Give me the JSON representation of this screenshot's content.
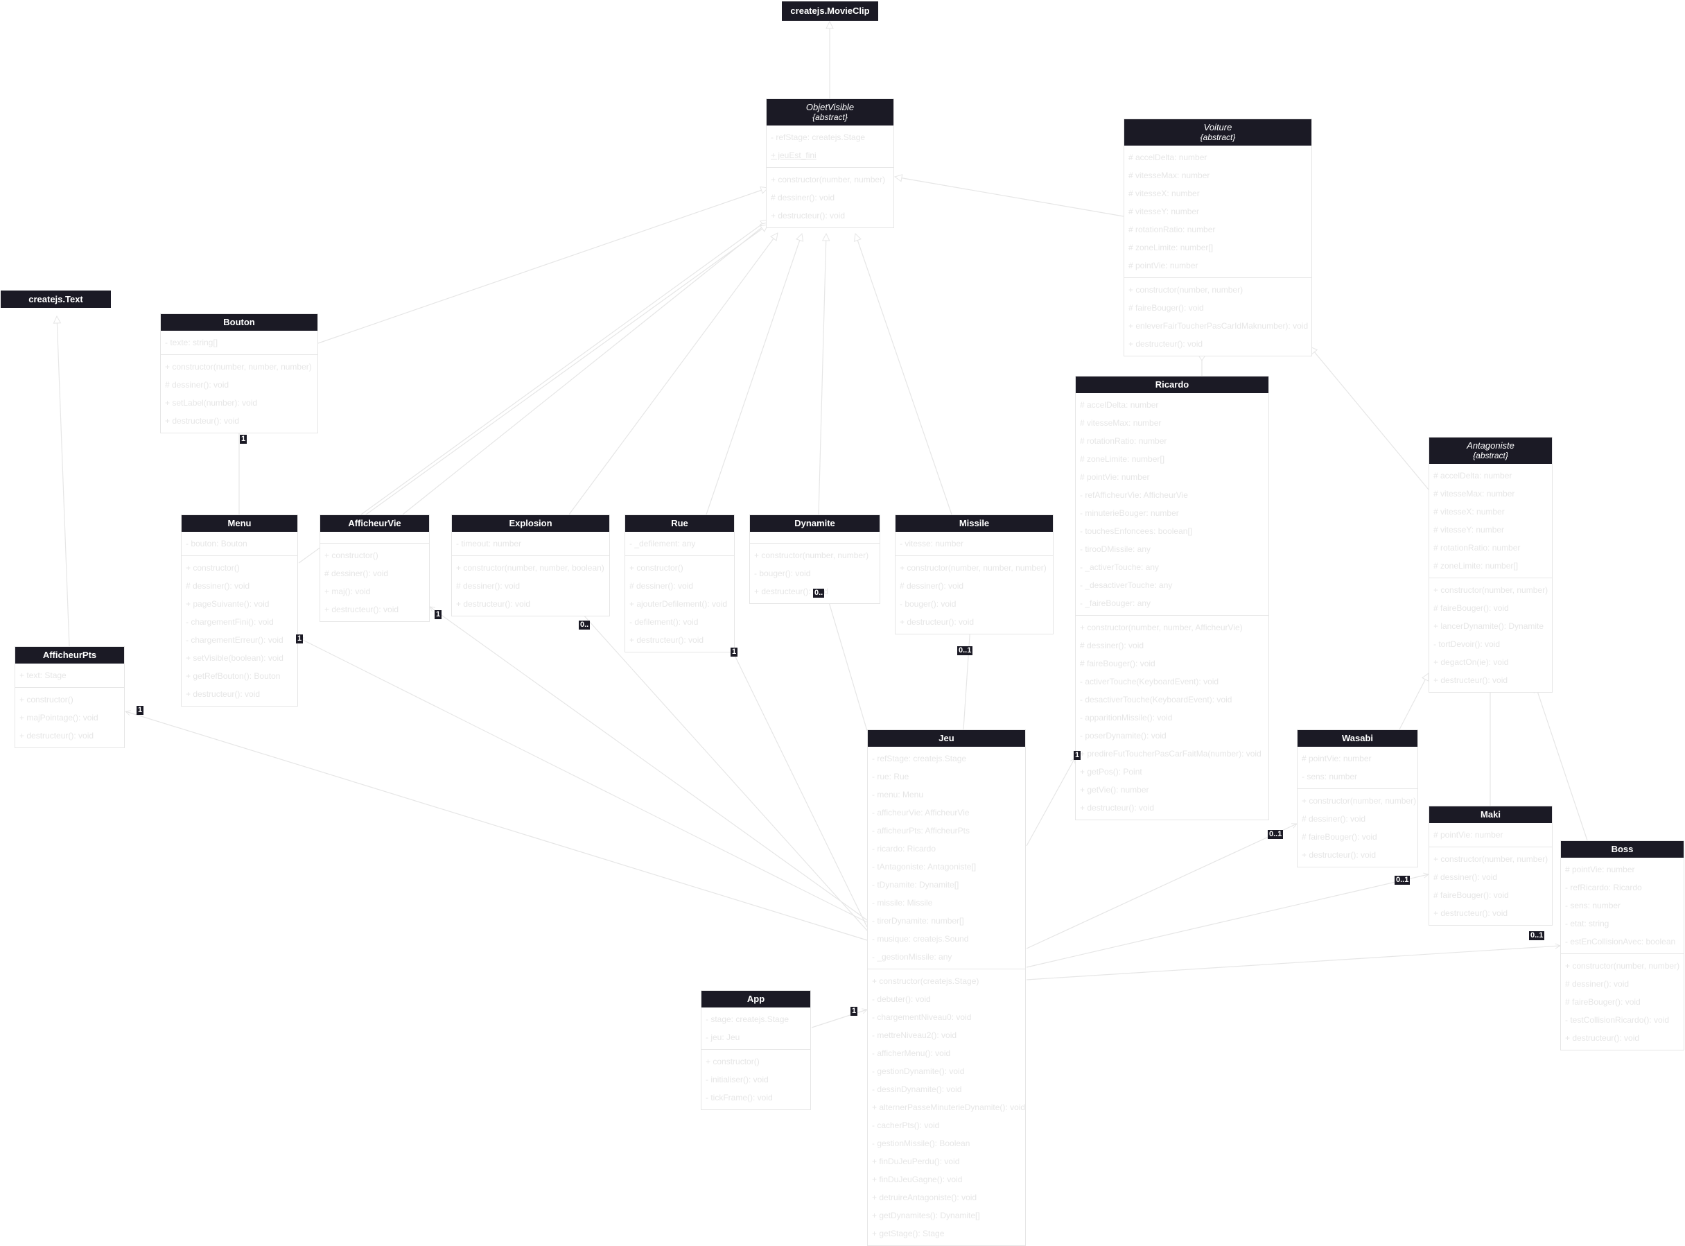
{
  "classes": [
    {
      "key": "movieclip",
      "name": "createjs.MovieClip",
      "external": true,
      "attributes": [],
      "methods": []
    },
    {
      "key": "text",
      "name": "createjs.Text",
      "external": true,
      "attributes": [],
      "methods": []
    },
    {
      "key": "objetvisible",
      "name": "ObjetVisible",
      "stereotype": "{abstract}",
      "abstract": true,
      "attributes": [
        {
          "text": "- refStage: createjs.Stage"
        },
        {
          "text": "+ jeuEst_fini",
          "static": true
        }
      ],
      "methods": [
        {
          "text": "+ constructor(number, number)"
        },
        {
          "text": "# dessiner(): void"
        },
        {
          "text": "+ destructeur(): void"
        }
      ]
    },
    {
      "key": "voiture",
      "name": "Voiture",
      "stereotype": "{abstract}",
      "abstract": true,
      "attributes": [
        {
          "text": "# accelDelta: number"
        },
        {
          "text": "# vitesseMax: number"
        },
        {
          "text": "# vitesseX: number"
        },
        {
          "text": "# vitesseY: number"
        },
        {
          "text": "# rotationRatio: number"
        },
        {
          "text": "# zoneLimite: number[]"
        },
        {
          "text": "# pointVie: number"
        }
      ],
      "methods": [
        {
          "text": "+ constructor(number, number)"
        },
        {
          "text": "# faireBouger(): void"
        },
        {
          "text": "+ enleverFairToucherPasCarIdMaknumber): void"
        },
        {
          "text": "+ destructeur(): void"
        }
      ]
    },
    {
      "key": "bouton",
      "name": "Bouton",
      "attributes": [
        {
          "text": "- texte: string[]"
        }
      ],
      "methods": [
        {
          "text": "+ constructor(number, number, number)"
        },
        {
          "text": "# dessiner(): void"
        },
        {
          "text": "+ setLabel(number): void"
        },
        {
          "text": "+ destructeur(): void"
        }
      ]
    },
    {
      "key": "ricardo",
      "name": "Ricardo",
      "attributes": [
        {
          "text": "# accelDelta: number"
        },
        {
          "text": "# vitesseMax: number"
        },
        {
          "text": "# rotationRatio: number"
        },
        {
          "text": "# zoneLimite: number[]"
        },
        {
          "text": "# pointVie: number"
        },
        {
          "text": "- refAfficheurVie: AfficheurVie"
        },
        {
          "text": "- minuterieBouger: number"
        },
        {
          "text": "- touchesEnfoncees: boolean[]"
        },
        {
          "text": "- tirooDMissile: any"
        },
        {
          "text": "- _activerTouche: any"
        },
        {
          "text": "- _desactiverTouche: any"
        },
        {
          "text": "- _faireBouger: any"
        }
      ],
      "methods": [
        {
          "text": "+ constructor(number, number, AfficheurVie)"
        },
        {
          "text": "# dessiner(): void"
        },
        {
          "text": "# faireBouger(): void"
        },
        {
          "text": "- activerTouche(KeyboardEvent): void"
        },
        {
          "text": "- desactiverTouche(KeyboardEvent): void"
        },
        {
          "text": "- apparitionMissile(): void"
        },
        {
          "text": "- poserDynamite(): void"
        },
        {
          "text": "+ predireFutToucherPasCarFaitMa(number): void"
        },
        {
          "text": "+ getPos(): Point"
        },
        {
          "text": "+ getVie(): number"
        },
        {
          "text": "+ destructeur(): void"
        }
      ]
    },
    {
      "key": "antagoniste",
      "name": "Antagoniste",
      "stereotype": "{abstract}",
      "abstract": true,
      "attributes": [
        {
          "text": "# accelDelta: number"
        },
        {
          "text": "# vitesseMax: number"
        },
        {
          "text": "# vitesseX: number"
        },
        {
          "text": "# vitesseY: number"
        },
        {
          "text": "# rotationRatio: number"
        },
        {
          "text": "# zoneLimite: number[]"
        }
      ],
      "methods": [
        {
          "text": "+ constructor(number, number)"
        },
        {
          "text": "# faireBouger(): void"
        },
        {
          "text": "+ lancerDynamite(): Dynamite"
        },
        {
          "text": "- tortDevoir(): void"
        },
        {
          "text": "+ degactOn(ie): void"
        },
        {
          "text": "+ destructeur(): void"
        }
      ]
    },
    {
      "key": "menu",
      "name": "Menu",
      "attributes": [
        {
          "text": "- bouton: Bouton"
        }
      ],
      "methods": [
        {
          "text": "+ constructor()"
        },
        {
          "text": "# dessiner(): void"
        },
        {
          "text": "+ pageSuivante(): void"
        },
        {
          "text": "- chargementFini(): void"
        },
        {
          "text": "- chargementErreur(): void"
        },
        {
          "text": "+ setVisible(boolean): void"
        },
        {
          "text": "+ getRefBouton(): Bouton"
        },
        {
          "text": "+ destructeur(): void"
        }
      ]
    },
    {
      "key": "afficheurvie",
      "name": "AfficheurVie",
      "attributes": [],
      "methods": [
        {
          "text": "+ constructor()"
        },
        {
          "text": "# dessiner(): void"
        },
        {
          "text": "+ maj(): void"
        },
        {
          "text": "+ destructeur(): void"
        }
      ]
    },
    {
      "key": "explosion",
      "name": "Explosion",
      "attributes": [
        {
          "text": "- timeout: number"
        }
      ],
      "methods": [
        {
          "text": "+ constructor(number, number, boolean)"
        },
        {
          "text": "# dessiner(): void"
        },
        {
          "text": "+ destructeur(): void"
        }
      ]
    },
    {
      "key": "rue",
      "name": "Rue",
      "attributes": [
        {
          "text": "- _defilement: any"
        }
      ],
      "methods": [
        {
          "text": "+ constructor()"
        },
        {
          "text": "# dessiner(): void"
        },
        {
          "text": "+ ajouterDefilement(): void"
        },
        {
          "text": "- defilement(): void"
        },
        {
          "text": "+ destructeur(): void"
        }
      ]
    },
    {
      "key": "dynamite",
      "name": "Dynamite",
      "attributes": [],
      "methods": [
        {
          "text": "+ constructor(number, number)"
        },
        {
          "text": "- bouger(): void"
        },
        {
          "text": "+ destructeur(): void"
        }
      ]
    },
    {
      "key": "missile",
      "name": "Missile",
      "attributes": [
        {
          "text": "- vitesse: number"
        }
      ],
      "methods": [
        {
          "text": "+ constructor(number, number, number)"
        },
        {
          "text": "# dessiner(): void"
        },
        {
          "text": "- bouger(): void"
        },
        {
          "text": "+ destructeur(): void"
        }
      ]
    },
    {
      "key": "afficheurpts",
      "name": "AfficheurPts",
      "attributes": [
        {
          "text": "+ text: Stage"
        }
      ],
      "methods": [
        {
          "text": "+ constructor()"
        },
        {
          "text": "+ majPointage(): void"
        },
        {
          "text": "+ destructeur(): void"
        }
      ]
    },
    {
      "key": "jeu",
      "name": "Jeu",
      "attributes": [
        {
          "text": "- refStage: createjs.Stage"
        },
        {
          "text": "- rue: Rue"
        },
        {
          "text": "- menu: Menu"
        },
        {
          "text": "- afficheurVie: AfficheurVie"
        },
        {
          "text": "- afficheurPts: AfficheurPts"
        },
        {
          "text": "- ricardo: Ricardo"
        },
        {
          "text": "- tAntagoniste: Antagoniste[]"
        },
        {
          "text": "- tDynamite: Dynamite[]"
        },
        {
          "text": "- missile: Missile"
        },
        {
          "text": "- tirerDynamite: number[]"
        },
        {
          "text": "- musique: createjs.Sound"
        },
        {
          "text": "- _gestionMissile: any"
        }
      ],
      "methods": [
        {
          "text": "+ constructor(createjs.Stage)"
        },
        {
          "text": "- debuter(): void"
        },
        {
          "text": "- chargementNiveau0: void"
        },
        {
          "text": "- mettreNiveau2(): void"
        },
        {
          "text": "- afficherMenu(): void"
        },
        {
          "text": "- gestionDynamite(): void"
        },
        {
          "text": "- dessinDynamite(): void"
        },
        {
          "text": "+ alternerPasseMinuterieDynamite(): void"
        },
        {
          "text": "- cacherPts(): void"
        },
        {
          "text": "- gestionMissile(): Boolean"
        },
        {
          "text": "+ finDuJeuPerdu(): void"
        },
        {
          "text": "+ finDuJeuGagne(): void"
        },
        {
          "text": "+ detruireAntagoniste(): void"
        },
        {
          "text": "+ getDynamites(): Dynamite[]"
        },
        {
          "text": "+ getStage(): Stage"
        }
      ]
    },
    {
      "key": "app",
      "name": "App",
      "attributes": [
        {
          "text": "- stage: createjs.Stage"
        },
        {
          "text": "- jeu: Jeu"
        }
      ],
      "methods": [
        {
          "text": "+ constructor()"
        },
        {
          "text": "- initialiser(): void"
        },
        {
          "text": "- tickFrame(): void"
        }
      ]
    },
    {
      "key": "wasabi",
      "name": "Wasabi",
      "attributes": [
        {
          "text": "# pointVie: number"
        },
        {
          "text": "- sens: number"
        }
      ],
      "methods": [
        {
          "text": "+ constructor(number, number)"
        },
        {
          "text": "# dessiner(): void"
        },
        {
          "text": "# faireBouger(): void"
        },
        {
          "text": "+ destructeur(): void"
        }
      ]
    },
    {
      "key": "maki",
      "name": "Maki",
      "attributes": [
        {
          "text": "# pointVie: number"
        }
      ],
      "methods": [
        {
          "text": "+ constructor(number, number)"
        },
        {
          "text": "# dessiner(): void"
        },
        {
          "text": "# faireBouger(): void"
        },
        {
          "text": "+ destructeur(): void"
        }
      ]
    },
    {
      "key": "boss",
      "name": "Boss",
      "attributes": [
        {
          "text": "# pointVie: number"
        },
        {
          "text": "- refRicardo: Ricardo"
        },
        {
          "text": "- sens: number"
        },
        {
          "text": "- etat: string"
        },
        {
          "text": "- estEnCollisionAvec: boolean"
        }
      ],
      "methods": [
        {
          "text": "+ constructor(number, number)"
        },
        {
          "text": "# dessiner(): void"
        },
        {
          "text": "# faireBouger(): void"
        },
        {
          "text": "- testCollisionRicardo(): void"
        },
        {
          "text": "+ destructeur(): void"
        }
      ]
    }
  ],
  "multiplicities": [
    {
      "key": "bouton-menu",
      "text": "1"
    },
    {
      "key": "menu-jeu",
      "text": "1"
    },
    {
      "key": "afficheurvie-jeu",
      "text": "1"
    },
    {
      "key": "afficheurpts-jeu",
      "text": "1"
    },
    {
      "key": "explosion-jeu",
      "text": "0.."
    },
    {
      "key": "rue-jeu",
      "text": "1"
    },
    {
      "key": "dynamite-jeu",
      "text": "0.."
    },
    {
      "key": "missile-jeu",
      "text": "0..1"
    },
    {
      "key": "ricardo-jeu",
      "text": "1"
    },
    {
      "key": "wasabi-jeu",
      "text": "0..1"
    },
    {
      "key": "maki-jeu",
      "text": "0..1"
    },
    {
      "key": "boss-jeu",
      "text": "0..1"
    },
    {
      "key": "app-jeu",
      "text": "1"
    }
  ],
  "colors": {
    "header": "#1b1a25",
    "header_text": "#ffffff",
    "line": "#e6e6e6",
    "body": "#ffffff"
  }
}
